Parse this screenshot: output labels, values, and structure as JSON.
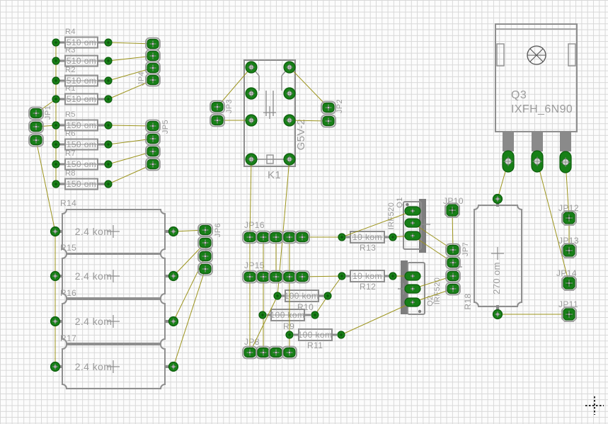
{
  "editor": {
    "view": "pcb-board-layout",
    "grid_visible": true
  },
  "colors": {
    "background": "#fcfcfc",
    "grid": "#d8d8d8",
    "silkscreen": "#8f8f8f",
    "label_text": "#9b9b9b",
    "pad_green": "#178017",
    "airwire": "#9c941c",
    "lead_gray": "#8a8a8a"
  },
  "components": {
    "R1": {
      "ref": "R1",
      "value": "510 om"
    },
    "R2": {
      "ref": "R2",
      "value": "510 om"
    },
    "R3": {
      "ref": "R3",
      "value": "510 om"
    },
    "R4": {
      "ref": "R4",
      "value": "510 om"
    },
    "R5": {
      "ref": "R5",
      "value": "150 om"
    },
    "R6": {
      "ref": "R6",
      "value": "150 om"
    },
    "R7": {
      "ref": "R7",
      "value": "150 om"
    },
    "R8": {
      "ref": "R8",
      "value": "150 om"
    },
    "R9": {
      "ref": "R9",
      "value": "100 kom"
    },
    "R10": {
      "ref": "R10",
      "value": "100 kom"
    },
    "R11": {
      "ref": "R11",
      "value": "100 kom"
    },
    "R12": {
      "ref": "R12",
      "value": "10 kom"
    },
    "R13": {
      "ref": "R13",
      "value": "10 kom"
    },
    "R14": {
      "ref": "R14",
      "value": "2.4 kom"
    },
    "R15": {
      "ref": "R15",
      "value": "2.4 kom"
    },
    "R16": {
      "ref": "R16",
      "value": "2.4 kom"
    },
    "R17": {
      "ref": "R17",
      "value": "2.4 kom"
    },
    "R18": {
      "ref": "R18",
      "value": "270 om"
    },
    "K1": {
      "ref": "K1",
      "value": "G5V-2"
    },
    "Q1": {
      "ref": "Q1",
      "value": "IRF520"
    },
    "Q2": {
      "ref": "Q2",
      "value": "IRF520"
    },
    "Q3": {
      "ref": "Q3",
      "value": "IXFH_6N90"
    },
    "JP1": {
      "ref": "JP1"
    },
    "JP2": {
      "ref": "JP2"
    },
    "JP3": {
      "ref": "JP3"
    },
    "JP4": {
      "ref": "JP4"
    },
    "JP5": {
      "ref": "JP5"
    },
    "JP6": {
      "ref": "JP6"
    },
    "JP7": {
      "ref": "JP7"
    },
    "JP8": {
      "ref": "JP8"
    },
    "JP10": {
      "ref": "JP10"
    },
    "JP11": {
      "ref": "JP11"
    },
    "JP12": {
      "ref": "JP12"
    },
    "JP13": {
      "ref": "JP13"
    },
    "JP14": {
      "ref": "JP14"
    },
    "JP15": {
      "ref": "JP15"
    },
    "JP16": {
      "ref": "JP16"
    }
  }
}
